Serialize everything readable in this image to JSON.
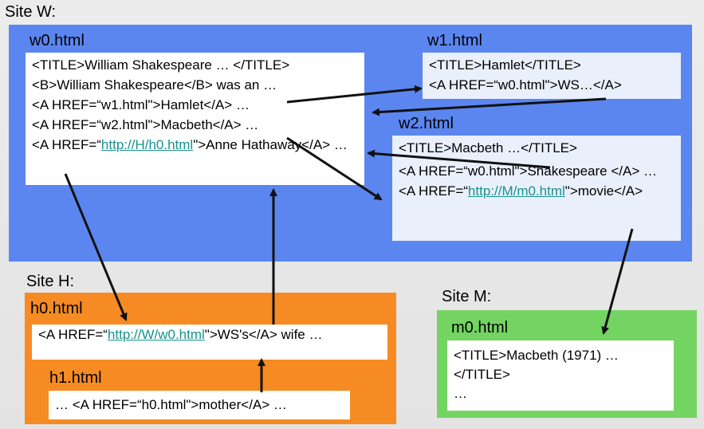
{
  "site_w": {
    "label": "Site W:",
    "w0": {
      "label": "w0.html",
      "line1": "<TITLE>William Shakespeare … </TITLE>",
      "line2": "<B>William Shakespeare</B> was an …",
      "line3": "<A HREF=“w1.html\">Hamlet</A> …",
      "line4": "<A HREF=“w2.html\">Macbeth</A> …",
      "line5_pre": "<A HREF=“",
      "line5_link": "http://H/h0.html",
      "line5_post": "\">Anne Hathaway</A> …"
    },
    "w1": {
      "label": "w1.html",
      "line1": "<TITLE>Hamlet</TITLE>",
      "line2": "<A HREF=“w0.html\">WS…</A>"
    },
    "w2": {
      "label": "w2.html",
      "line1": "<TITLE>Macbeth …</TITLE>",
      "line2": "<A HREF=“w0.html\">Shakespeare </A> …",
      "line3_pre": "<A HREF=“",
      "line3_link": "http://M/m0.html",
      "line3_post": "\">movie</A>"
    }
  },
  "site_h": {
    "label": "Site H:",
    "h0": {
      "label": "h0.html",
      "line_pre": "<A HREF=“",
      "line_link": "http://W/w0.html",
      "line_post": "\">WS's</A> wife …"
    },
    "h1": {
      "label": "h1.html",
      "line": "… <A HREF=“h0.html\">mother</A> …"
    }
  },
  "site_m": {
    "label": "Site M:",
    "m0": {
      "label": "m0.html",
      "line1": "<TITLE>Macbeth (1971) … </TITLE>",
      "line2": "…"
    }
  },
  "colors": {
    "site_w": "#5b86f0",
    "site_h": "#f58b22",
    "site_m": "#74d462",
    "link": "#16928e"
  }
}
